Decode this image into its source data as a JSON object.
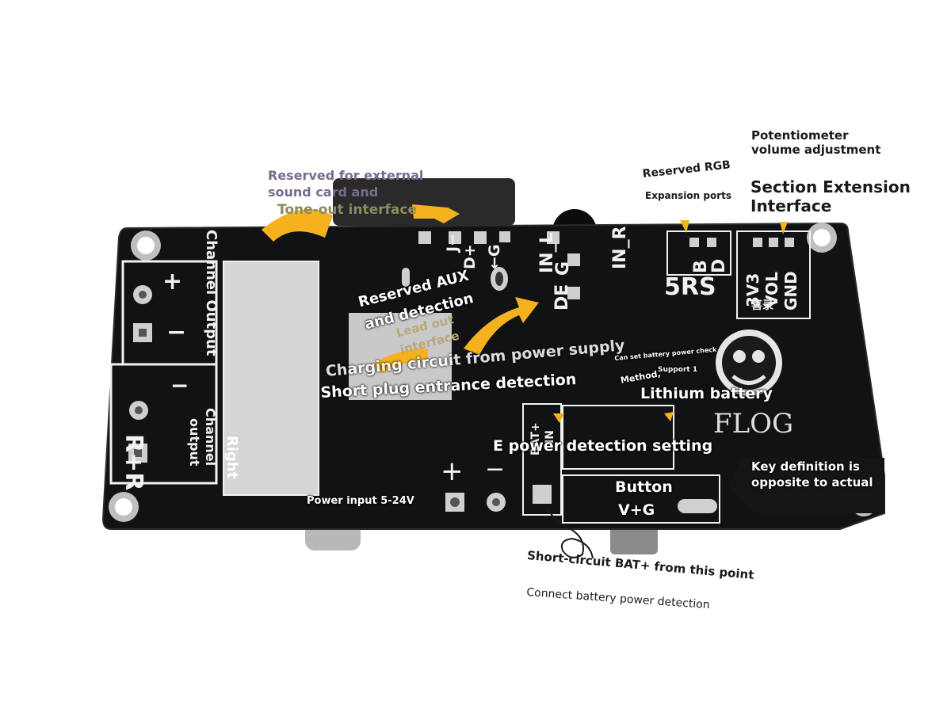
{
  "colors": {
    "pcb": "#111214",
    "silkscreen": "#f2f2f2",
    "pad_silver": "#c8c8c8",
    "arrow_orange": "#f5b21e",
    "label_purple": "#7a6a8e",
    "label_olive": "#8a8a5a",
    "background": "#ffffff"
  },
  "annotations": {
    "external_sound_card_line1": "Reserved for external",
    "external_sound_card_line2": "sound card and",
    "tone_out": "Tone-out interface",
    "reserved_rgb": "Reserved RGB",
    "expansion_ports": "Expansion ports",
    "potentiometer_line1": "Potentiometer",
    "potentiometer_line2": "volume adjustment",
    "section_extension_line1": "Section Extension",
    "section_extension_line2": "Interface",
    "reserved_aux_line1": "Reserved AUX",
    "reserved_aux_line2": "and detection",
    "lead_out_line1": "Lead out",
    "lead_out_line2": "interface",
    "can_set_battery": "Can set battery power check",
    "method": "Method,",
    "support": "Support 1",
    "lithium_battery": "Lithium battery",
    "charging_circuit": "Charging circuit from power supply",
    "short_plug": "Short plug entrance detection",
    "power_detection_setting": "E power detection setting",
    "key_definition_line1": "Key definition is",
    "key_definition_line2": "opposite to actual",
    "button": "Button",
    "vg": "V+G",
    "power_input": "Power input 5-24V",
    "short_circuit_bat": "Short-circuit BAT+ from this point",
    "connect_battery": "Connect battery power detection",
    "right": "Right",
    "channel_output_left": "Channel Output",
    "channel_output_right_1": "Channel",
    "channel_output_right_2": "output"
  },
  "silkscreen": {
    "j_minus": "J−",
    "d_plus": "D+",
    "g_arrow": "←G",
    "in_l": "IN_L",
    "g": "G",
    "in_r": "IN_R",
    "de": "DE",
    "b": "B",
    "d": "D",
    "rs": "5RS",
    "v3": "3V3",
    "vol": "VOL",
    "gnd": "GND",
    "chinese": "喜录",
    "bat_plus": "BAT+",
    "in": "IN",
    "plus": "+",
    "minus": "−",
    "r_plus_r": "R+R",
    "left_plus": "+",
    "left_minus": "−",
    "flog": "FLOG"
  }
}
